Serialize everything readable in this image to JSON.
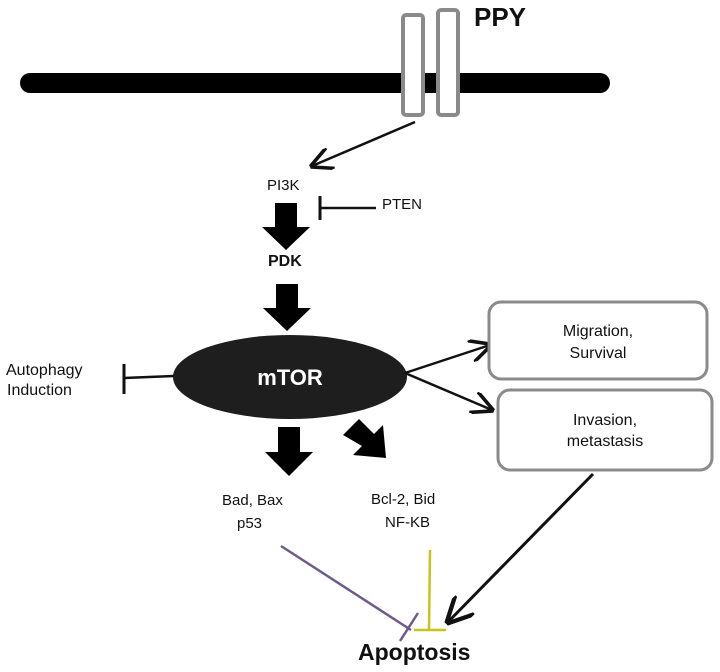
{
  "labels": {
    "ppy": "PPY",
    "pi3k": "PI3K",
    "pten": "PTEN",
    "pdk": "PDK",
    "mtor": "mTOR",
    "autophagy_line1": "Autophagy",
    "autophagy_line2": "Induction",
    "migration_line1": "Migration,",
    "migration_line2": "Survival",
    "invasion_line1": "Invasion,",
    "invasion_line2": "metastasis",
    "bad_line1": "Bad, Bax",
    "bad_line2": "p53",
    "bcl_line1": "Bcl-2, Bid",
    "bcl_line2": "NF-KB",
    "apoptosis": "Apoptosis"
  },
  "colors": {
    "line": "#111111",
    "membrane": "#000000",
    "receptor_stroke": "#8a8a8a",
    "box_stroke": "#8a8a8a",
    "mtor_fill": "#1e1e1e",
    "mtor_text": "#ffffff",
    "purple_line": "#6f5a8e",
    "yellow_line": "#c9c21a"
  }
}
